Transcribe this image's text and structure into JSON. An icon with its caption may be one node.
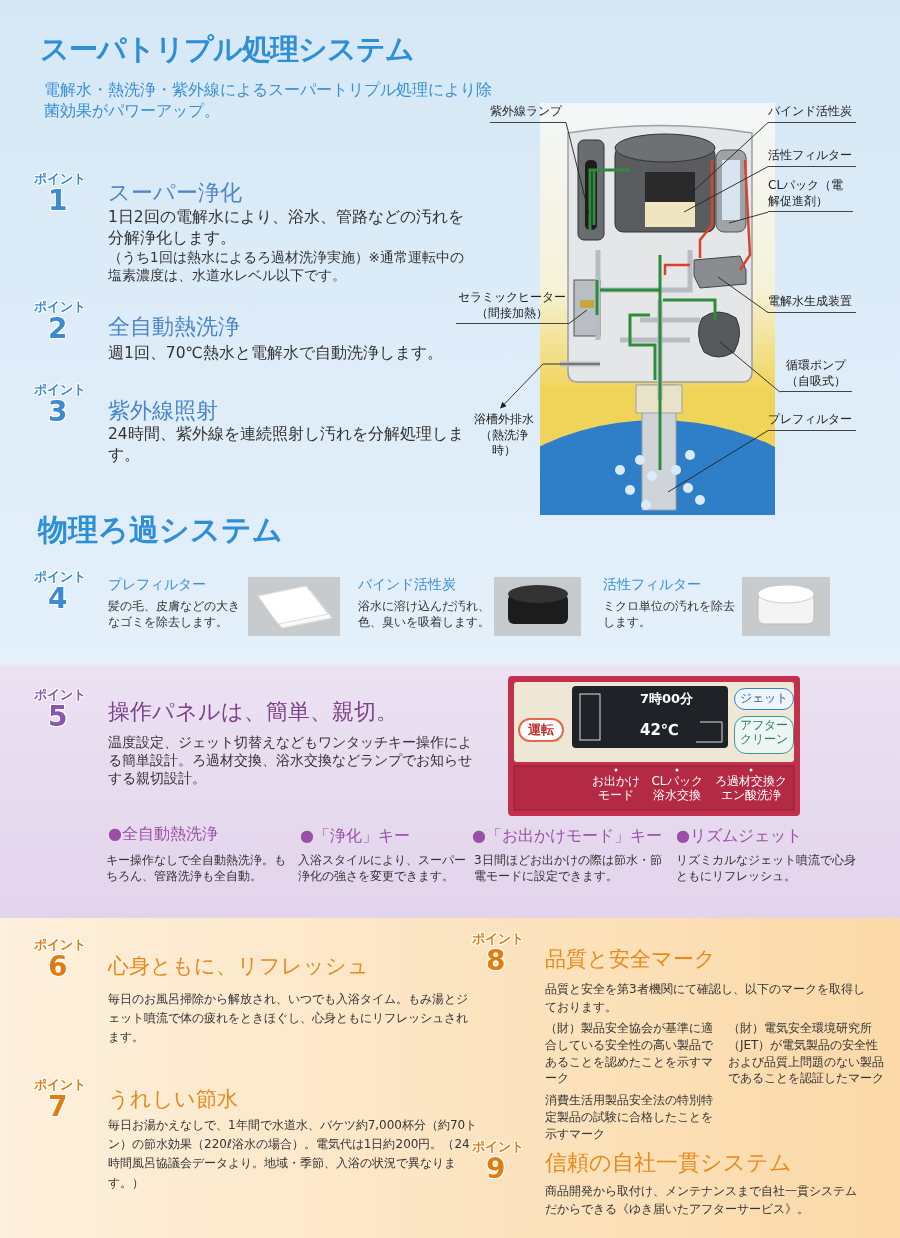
{
  "diagram": {
    "title": "スーパトリプル処理システム",
    "nodes": [
      {
        "text": [
          "紫外線ランプ"
        ]
      },
      {
        "text": [
          "バインド活性炭"
        ]
      },
      {
        "text": [
          "活性フィルター"
        ]
      },
      {
        "text": [
          "CLパック（電解促進剤）"
        ]
      },
      {
        "text": [
          "セラミックヒーター（間接加熱）"
        ]
      },
      {
        "text": [
          "電解水生成装置"
        ]
      },
      {
        "text": [
          "循環ポンプ（自吸式）"
        ]
      },
      {
        "text": [
          "浴槽外排水（熱洗浄時）"
        ]
      },
      {
        "text": [
          "プレフィルター"
        ]
      }
    ],
    "edges": [
      {
        "from": 0,
        "to": null,
        "arrow": "none"
      },
      {
        "from": 1,
        "to": null,
        "arrow": "none"
      },
      {
        "from": 2,
        "to": null,
        "arrow": "none"
      },
      {
        "from": 3,
        "to": null,
        "arrow": "none"
      },
      {
        "from": 4,
        "to": null,
        "arrow": "none"
      },
      {
        "from": 5,
        "to": null,
        "arrow": "none"
      },
      {
        "from": 6,
        "to": null,
        "arrow": "none"
      },
      {
        "from": null,
        "to": 7,
        "arrow": "to"
      },
      {
        "from": 8,
        "to": null,
        "arrow": "none"
      }
    ],
    "labels": [
      "電解水・熱洗浄・紫外線によるスーパートリプル処理により除菌効果がパワーアップ。",
      "ポイント",
      "1",
      "スーパー浄化",
      "1日2回の電解水により、浴水、管路などの汚れを分解浄化します。",
      "（うち1回は熱水によるろ過材洗浄実施）※通常運転中の塩素濃度は、水道水レベル以下です。",
      "ポイント",
      "2",
      "全自動熱洗浄",
      "週1回、70℃熱水と電解水で自動洗浄します。",
      "ポイント",
      "3",
      "紫外線照射",
      "24時間、紫外線を連続照射し汚れを分解処理します。",
      "物理ろ過システム",
      "ポイント",
      "4",
      "プレフィルター",
      "髪の毛、皮膚などの大きなゴミを除去します。",
      "バインド活性炭",
      "浴水に溶け込んだ汚れ、色、臭いを吸着します。",
      "活性フィルター",
      "ミクロ単位の汚れを除去します。",
      "ポイント",
      "5",
      "操作パネルは、簡単、親切。",
      "温度設定、ジェット切替えなどもワンタッチキー操作による簡単設計。ろ過材交換、浴水交換などランプでお知らせする親切設計。",
      "運転",
      "7時00分",
      "42℃",
      "ジェット",
      "アフタークリーン",
      "お出かけモード",
      "CLパック浴水交換",
      "ろ過材交換クエン酸洗浄",
      "●全自動熱洗浄",
      "キー操作なしで全自動熱洗浄。もちろん、管路洗浄も全自動。",
      "●「浄化」キー",
      "入浴スタイルにより、スーパー浄化の強さを変更できます。",
      "●「お出かけモード」キー",
      "3日間ほどお出かけの際は節水・節電モードに設定できます。",
      "●リズムジェット",
      "リズミカルなジェット噴流で心身ともにリフレッシュ。",
      "ポイント",
      "6",
      "心身ともに、リフレッシュ",
      "毎日のお風呂掃除から解放され、いつでも入浴タイム。もみ湯とジェット噴流で体の疲れをときほぐし、心身ともにリフレッシュされます。",
      "ポイント",
      "7",
      "うれしい節水",
      "毎日お湯かえなしで、1年間で水道水、バケツ約7,000杯分（約70トン）の節水効果（220ℓ浴水の場合）。電気代は1日約200円。（24時間風呂協議会データより。地域・季節、入浴の状況で異なります。）",
      "ポイント",
      "8",
      "品質と安全マーク",
      "品質と安全を第3者機関にて確認し、以下のマークを取得しております。",
      "（財）製品安全協会が基準に適合している安全性の高い製品であることを認めたことを示すマーク",
      "（財）電気安全環境研究所（JET）が電気製品の安全性および品質上問題のない製品であることを認証したマーク",
      "消費生活用製品安全法の特別特定製品の試験に合格したことを示すマーク",
      "ポイント",
      "9",
      "信頼の自社一貫システム",
      "商品開発から取付け、メンテナンスまで自社一貫システムだからできる《ゆき届いたアフターサービス》。"
    ]
  }
}
